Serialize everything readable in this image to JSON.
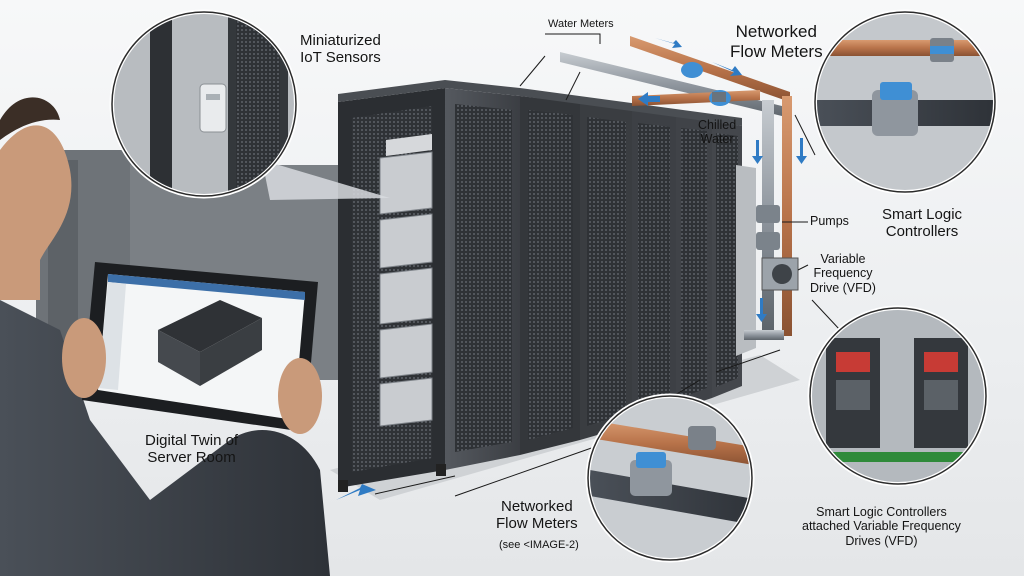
{
  "labels": {
    "water_meters": "Water Meters",
    "networked_flow_meters_top": [
      "Networked",
      "Flow Meters"
    ],
    "miniaturized_iot": [
      "Miniaturized",
      "IoT Sensors"
    ],
    "chilled_water": [
      "Chilled",
      "Water"
    ],
    "pumps": "Pumps",
    "smart_logic_controllers": [
      "Smart Logic",
      "Controllers"
    ],
    "vfd": [
      "Variable",
      "Frequency",
      "Drive (VFD)"
    ],
    "digital_twin": [
      "Digital Twin of",
      "Server Room"
    ],
    "networked_flow_meters_bottom": [
      "Networked",
      "Flow Meters"
    ],
    "see_image": "(see <IMAGE-2)",
    "slc_vfd_caption": [
      "Smart Logic Controllers",
      "attached Variable Frequency",
      "Drives (VFD)"
    ]
  },
  "colors": {
    "rack_dark": "#3c3f44",
    "rack_mesh": "#5a5e64",
    "copper_pipe": "#b8734a",
    "steel_pipe": "#8f969e",
    "meter_blue": "#3f8fd4",
    "flow_arrow": "#2f7bc4",
    "label_text": "#141414"
  }
}
